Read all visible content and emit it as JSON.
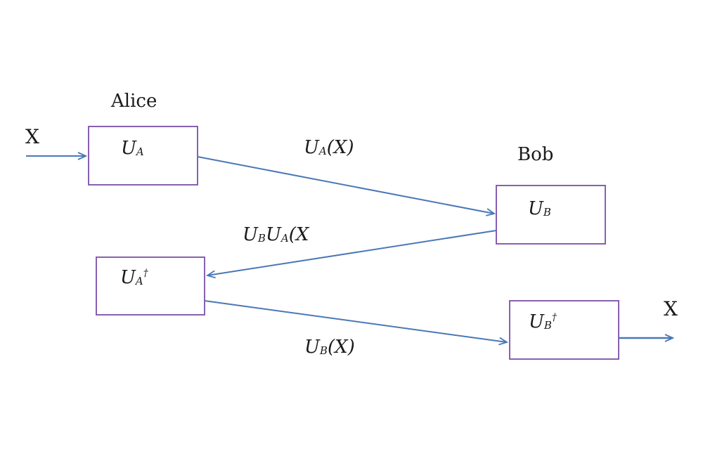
{
  "colors": {
    "box_stroke": "#7b4fa8",
    "arrow": "#4a78b5",
    "text": "#1a1a1a"
  },
  "labels": {
    "alice": "Alice",
    "bob": "Bob",
    "input_x": "X",
    "output_x": "X"
  },
  "boxes": {
    "ua": {
      "base": "U",
      "sub": "A",
      "sup": ""
    },
    "ub": {
      "base": "U",
      "sub": "B",
      "sup": ""
    },
    "ua_dagger": {
      "base": "U",
      "sub": "A",
      "sup": "†"
    },
    "ub_dagger": {
      "base": "U",
      "sub": "B",
      "sup": "†"
    }
  },
  "edges": {
    "ua_to_ub": {
      "pre": "U",
      "sub": "A",
      "post": "(X)"
    },
    "ub_to_uadag": {
      "pre1": "U",
      "sub1": "B",
      "pre2": "U",
      "sub2": "A",
      "post": "(X"
    },
    "uadag_to_ubdag": {
      "pre": "U",
      "sub": "B",
      "post": "(X)"
    }
  }
}
